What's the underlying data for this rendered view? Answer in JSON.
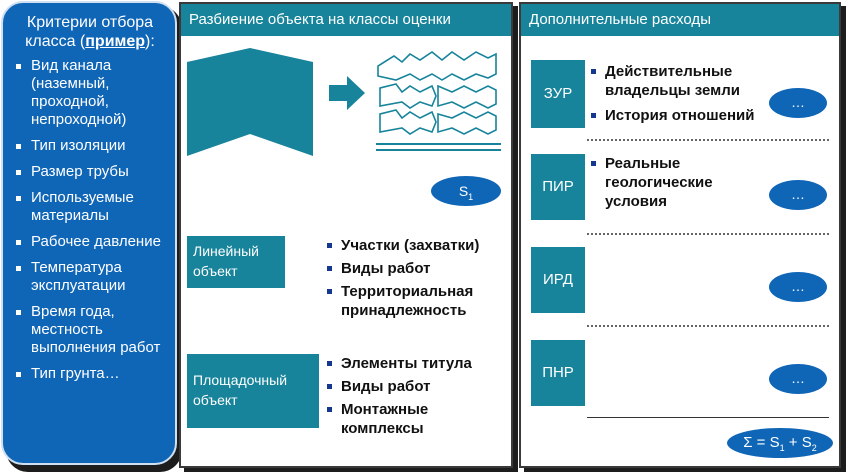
{
  "criteria": {
    "title_prefix": "Критерии отбора класса (",
    "title_example": "пример",
    "title_suffix": "):",
    "items": [
      "Вид канала (наземный, проходной, непроходной)",
      "Тип изоляции",
      "Размер трубы",
      "Используемые материалы",
      "Рабочее давление",
      "Температура эксплуатации",
      "Время года, местность выполнения работ",
      "Тип грунта…"
    ]
  },
  "middle": {
    "title": "Разбиение объекта на классы оценки",
    "s1_label": "S",
    "s1_sub": "1",
    "linear": {
      "label": "Линейный объект",
      "items": [
        "Участки (захватки)",
        "Виды работ",
        "Территориальная принадлежность"
      ]
    },
    "site": {
      "label": "Площадочный объект",
      "items": [
        "Элементы титула",
        "Виды работ",
        "Монтажные комплексы"
      ]
    }
  },
  "right": {
    "title": "Дополнительные расходы",
    "rows": [
      {
        "label": "ЗУР",
        "items": [
          "Действительные владельцы земли",
          "История отношений"
        ],
        "ellipsis": "…"
      },
      {
        "label": "ПИР",
        "items": [
          "Реальные геологические условия"
        ],
        "ellipsis": "…"
      },
      {
        "label": "ИРД",
        "items": [],
        "ellipsis": "…"
      },
      {
        "label": "ПНР",
        "items": [],
        "ellipsis": "…"
      }
    ],
    "sum": {
      "prefix": "Σ = S",
      "sub1": "1",
      "plus": " + S",
      "sub2": "2"
    }
  },
  "colors": {
    "dark_blue": "#0f65b6",
    "teal": "#17849b",
    "bullet": "#14378f"
  }
}
